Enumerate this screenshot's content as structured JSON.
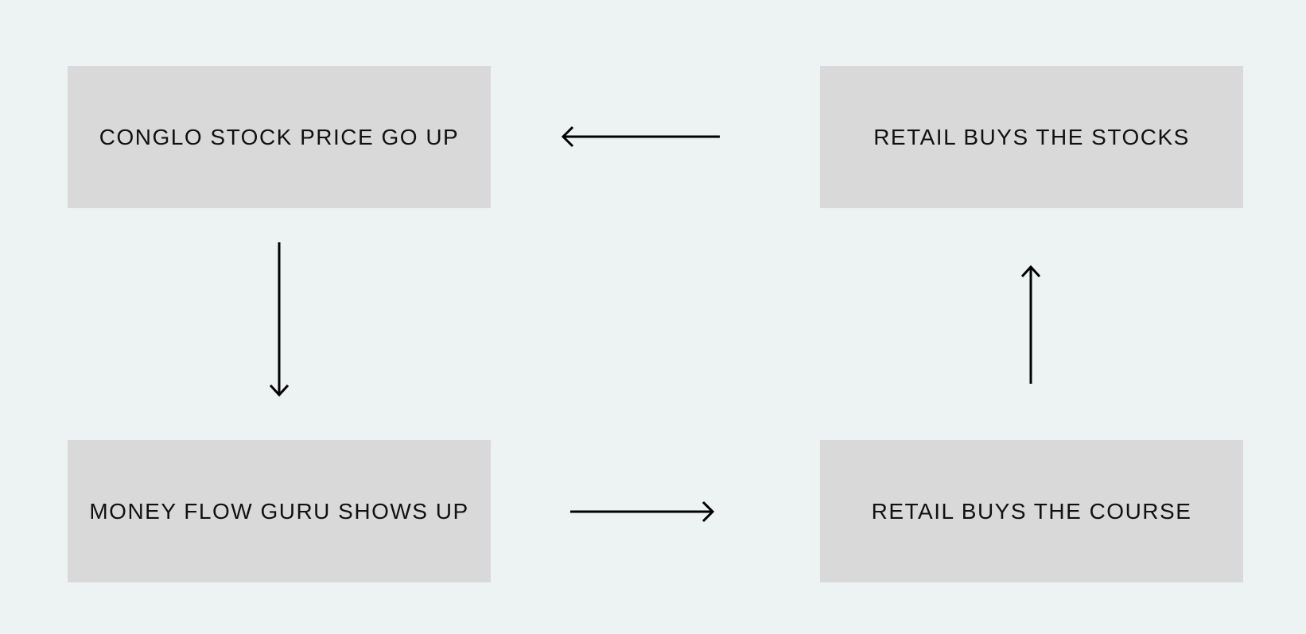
{
  "diagram": {
    "background_color": "#edf2f2",
    "box_color": "#d9d9d9",
    "arrow_color": "#000000",
    "nodes": {
      "top_left": {
        "label": "CONGLO STOCK PRICE GO UP"
      },
      "top_right": {
        "label": "RETAIL BUYS THE STOCKS"
      },
      "bottom_left": {
        "label": "MONEY FLOW GURU SHOWS UP"
      },
      "bottom_right": {
        "label": "RETAIL BUYS THE COURSE"
      }
    },
    "edges": [
      {
        "from": "top_left",
        "to": "bottom_left",
        "direction": "down"
      },
      {
        "from": "bottom_left",
        "to": "bottom_right",
        "direction": "right"
      },
      {
        "from": "bottom_right",
        "to": "top_right",
        "direction": "up"
      },
      {
        "from": "top_right",
        "to": "top_left",
        "direction": "left"
      }
    ]
  }
}
